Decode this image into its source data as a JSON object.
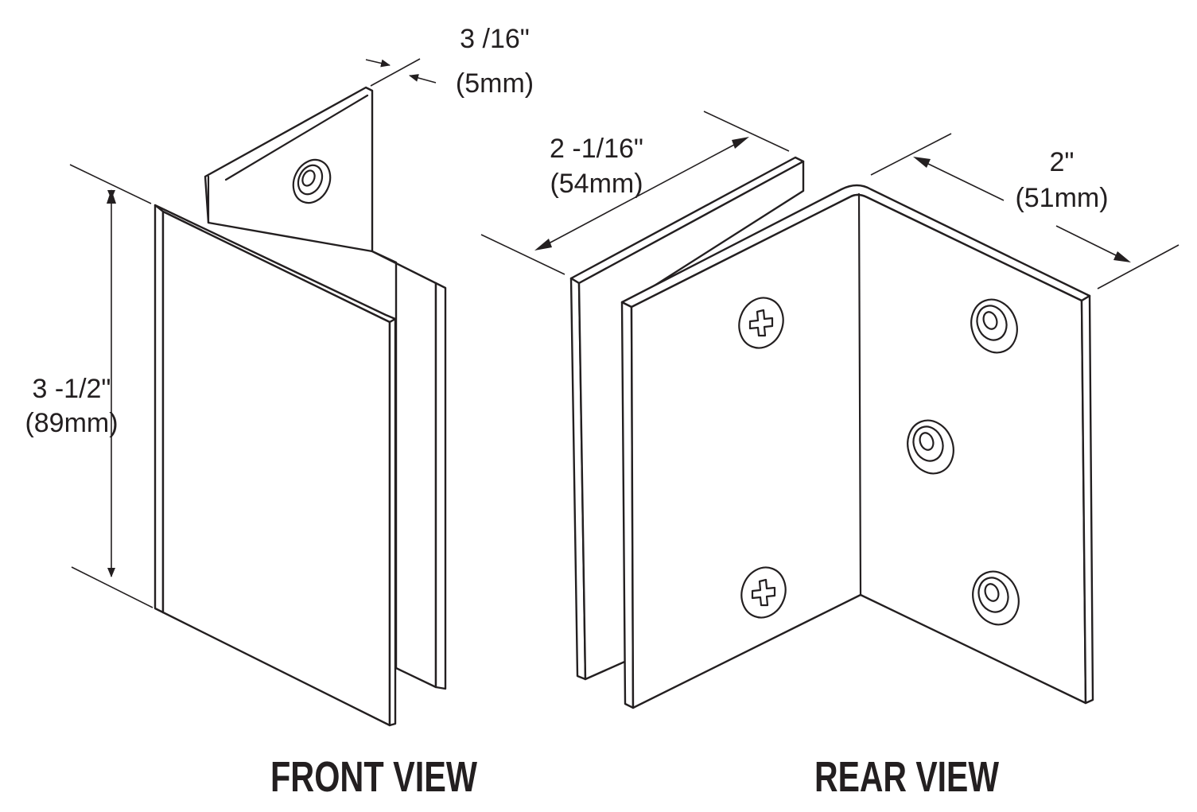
{
  "front_view": {
    "label": "FRONT VIEW",
    "height_dim": {
      "imperial": "3 -1/2\"",
      "metric": "(89mm)"
    },
    "thickness_dim": {
      "imperial": "3 /16\"",
      "metric": "(5mm)"
    }
  },
  "rear_view": {
    "label": "REAR VIEW",
    "depth_dim": {
      "imperial": "2 -1/16\"",
      "metric": "(54mm)"
    },
    "width_dim": {
      "imperial": "2\"",
      "metric": "(51mm)"
    }
  },
  "colors": {
    "line": "#231f20",
    "background": "#ffffff"
  }
}
